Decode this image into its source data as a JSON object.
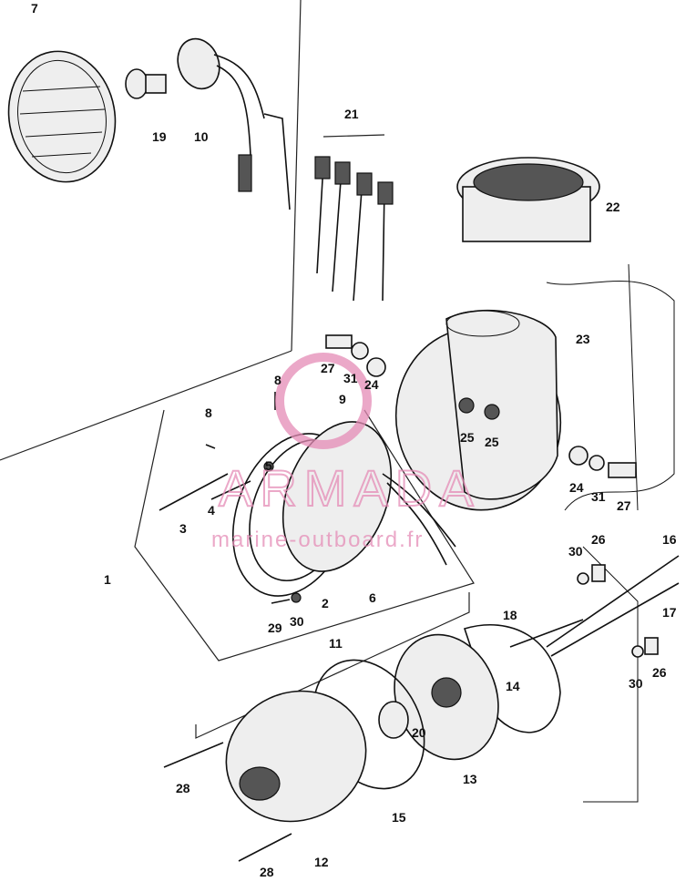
{
  "diagram": {
    "labels": [
      "7",
      "19",
      "10",
      "21",
      "22",
      "23",
      "27",
      "31",
      "24",
      "8",
      "9",
      "25",
      "25",
      "8",
      "5",
      "3",
      "4",
      "1",
      "2",
      "6",
      "24",
      "31",
      "27",
      "29",
      "30",
      "30",
      "26",
      "16",
      "11",
      "18",
      "17",
      "14",
      "30",
      "26",
      "20",
      "28",
      "13",
      "15",
      "12",
      "28"
    ],
    "watermark": {
      "brand": "ARMADA",
      "sub": "marine-outboard.fr",
      "color": "#e58cb6"
    }
  }
}
